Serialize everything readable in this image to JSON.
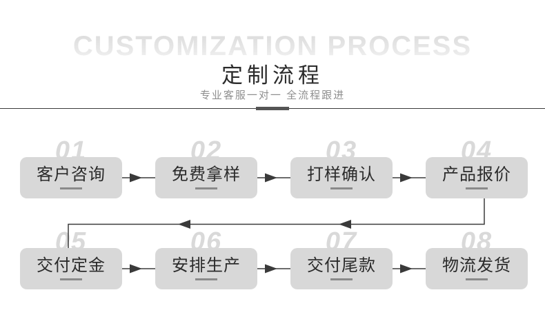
{
  "header": {
    "watermark": "CUSTOMIZATION PROCESS",
    "title": "定制流程",
    "subtitle": "专业客服一对一 全流程跟进"
  },
  "steps": [
    {
      "number": "01",
      "label": "客户咨询"
    },
    {
      "number": "02",
      "label": "免费拿样"
    },
    {
      "number": "03",
      "label": "打样确认"
    },
    {
      "number": "04",
      "label": "产品报价"
    },
    {
      "number": "05",
      "label": "交付定金"
    },
    {
      "number": "06",
      "label": "安排生产"
    },
    {
      "number": "07",
      "label": "交付尾款"
    },
    {
      "number": "08",
      "label": "物流发货"
    }
  ],
  "flow": {
    "direction_row1": "left-to-right",
    "direction_row2": "left-to-right",
    "return_connector": "step 04 bottom down and left back to step 05 top"
  },
  "colors": {
    "box_fill": "#d8d8d8",
    "box_text": "#2b2b2b",
    "step_number": "#d9d9d9",
    "watermark_text": "#e2e2e2",
    "subtitle_text": "#8e8e8e",
    "line": "#3a3a3a",
    "divider_accent": "#555555",
    "underline": "#8a8a8a"
  }
}
